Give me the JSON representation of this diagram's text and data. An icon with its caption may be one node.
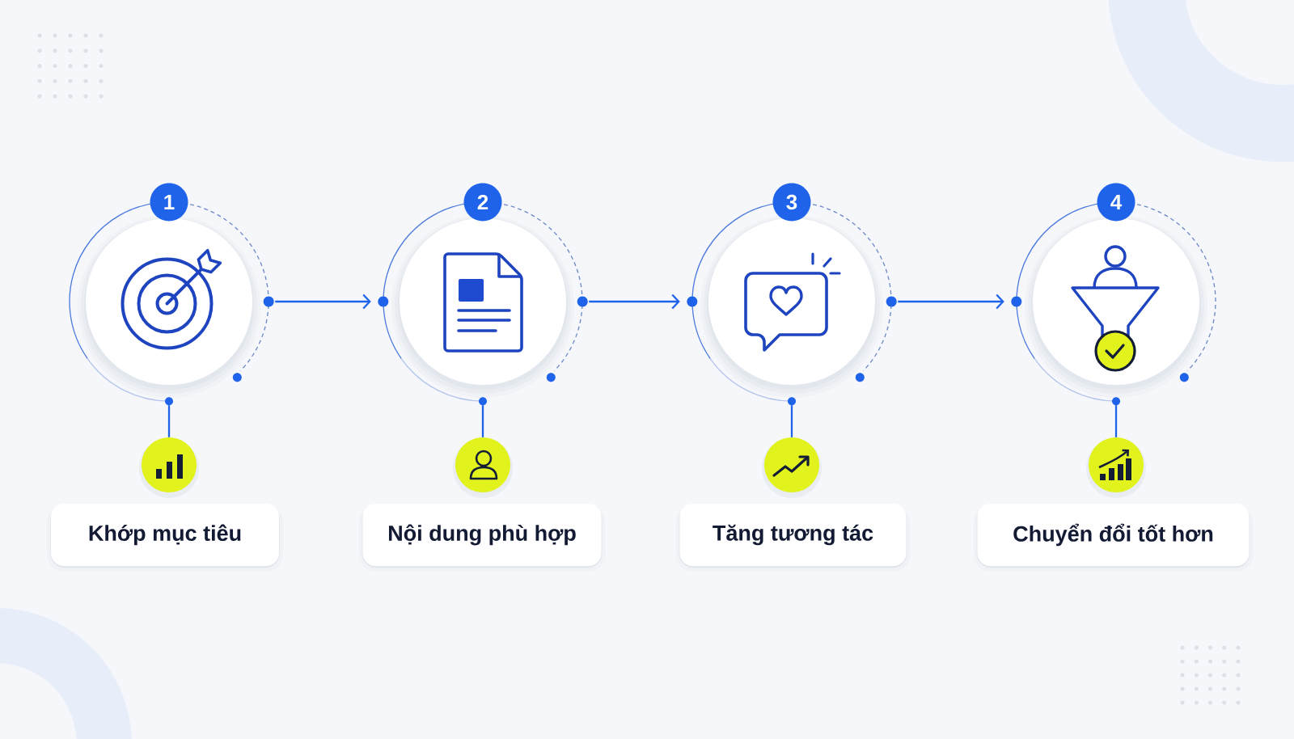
{
  "diagram": {
    "nodes": [
      {
        "text": [
          "1"
        ]
      },
      {
        "text": [],
        "shape": "circle"
      },
      {
        "text": [],
        "shape": "circle"
      },
      {
        "text": [
          "Khớp mục tiêu"
        ]
      },
      {
        "text": [
          "2"
        ]
      },
      {
        "text": [],
        "shape": "circle"
      },
      {
        "text": [],
        "shape": "circle"
      },
      {
        "text": [
          "Nội dung phù hợp"
        ]
      },
      {
        "text": [
          "3"
        ]
      },
      {
        "text": [],
        "shape": "circle"
      },
      {
        "text": [],
        "shape": "circle"
      },
      {
        "text": [
          "Tăng tương tác"
        ]
      },
      {
        "text": [
          "4"
        ]
      },
      {
        "text": [],
        "shape": "circle"
      },
      {
        "text": [],
        "shape": "circle"
      },
      {
        "text": [
          "Chuyển đổi tốt hơn"
        ]
      }
    ],
    "edges": [
      {
        "from": 1,
        "to": 5,
        "arrow": "to"
      },
      {
        "from": 5,
        "to": 9,
        "arrow": "to"
      },
      {
        "from": 9,
        "to": 13,
        "arrow": "to"
      },
      {
        "from": 1,
        "to": 2,
        "arrow": "none"
      },
      {
        "from": 5,
        "to": 6,
        "arrow": "none"
      },
      {
        "from": 9,
        "to": 10,
        "arrow": "none"
      },
      {
        "from": 13,
        "to": 14,
        "arrow": "none"
      }
    ]
  }
}
